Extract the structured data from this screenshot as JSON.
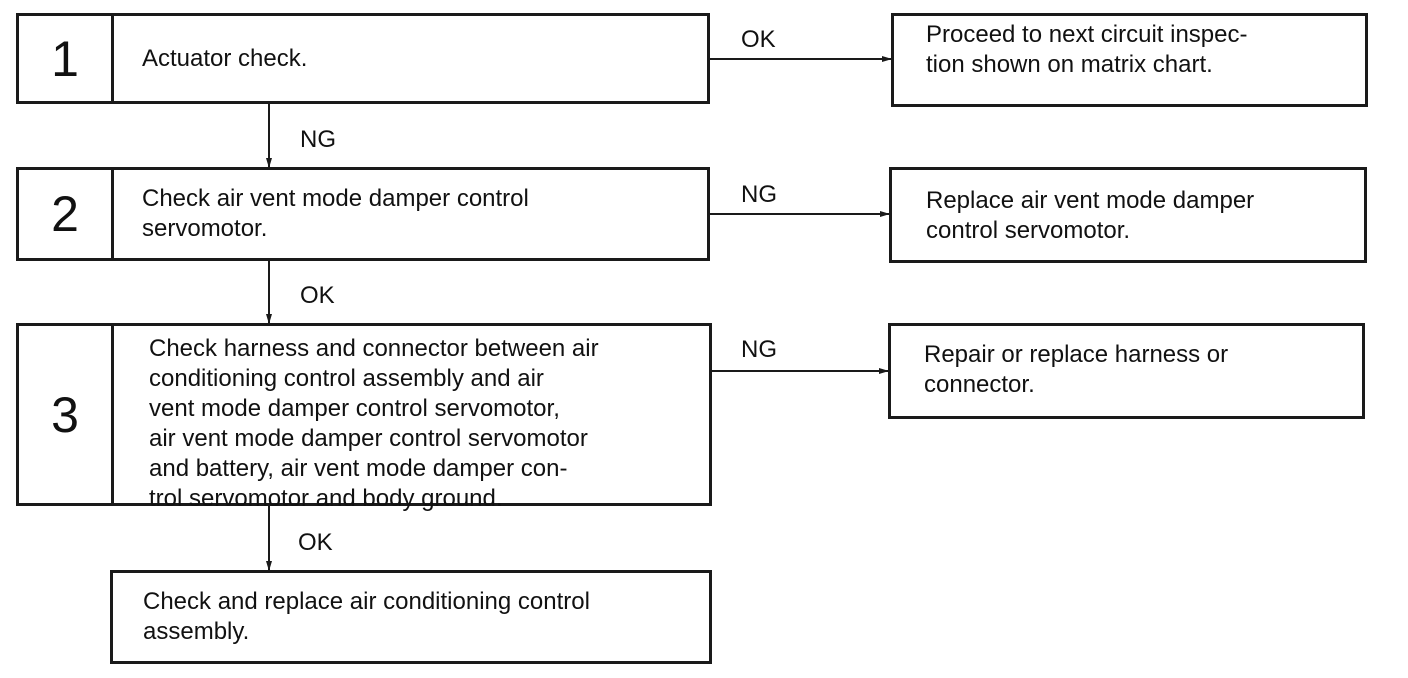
{
  "steps": [
    {
      "number": "1",
      "text": "Actuator check."
    },
    {
      "number": "2",
      "text": "Check air vent mode damper control\nservomotor."
    },
    {
      "number": "3",
      "text": "Check harness and connector between air\nconditioning control assembly and air\nvent mode damper control servomotor,\nair vent mode damper control servomotor\nand battery, air vent mode damper con-\ntrol servomotor and body ground."
    }
  ],
  "final": {
    "text": "Check and replace air conditioning control\nassembly."
  },
  "results": [
    {
      "text": "Proceed to next circuit inspec-\ntion shown on matrix chart."
    },
    {
      "text": "Replace air vent mode damper\ncontrol servomotor."
    },
    {
      "text": "Repair or replace harness or\nconnector."
    }
  ],
  "labels": {
    "right1": "OK",
    "down1": "NG",
    "right2": "NG",
    "down2": "OK",
    "right3": "NG",
    "down3": "OK"
  }
}
